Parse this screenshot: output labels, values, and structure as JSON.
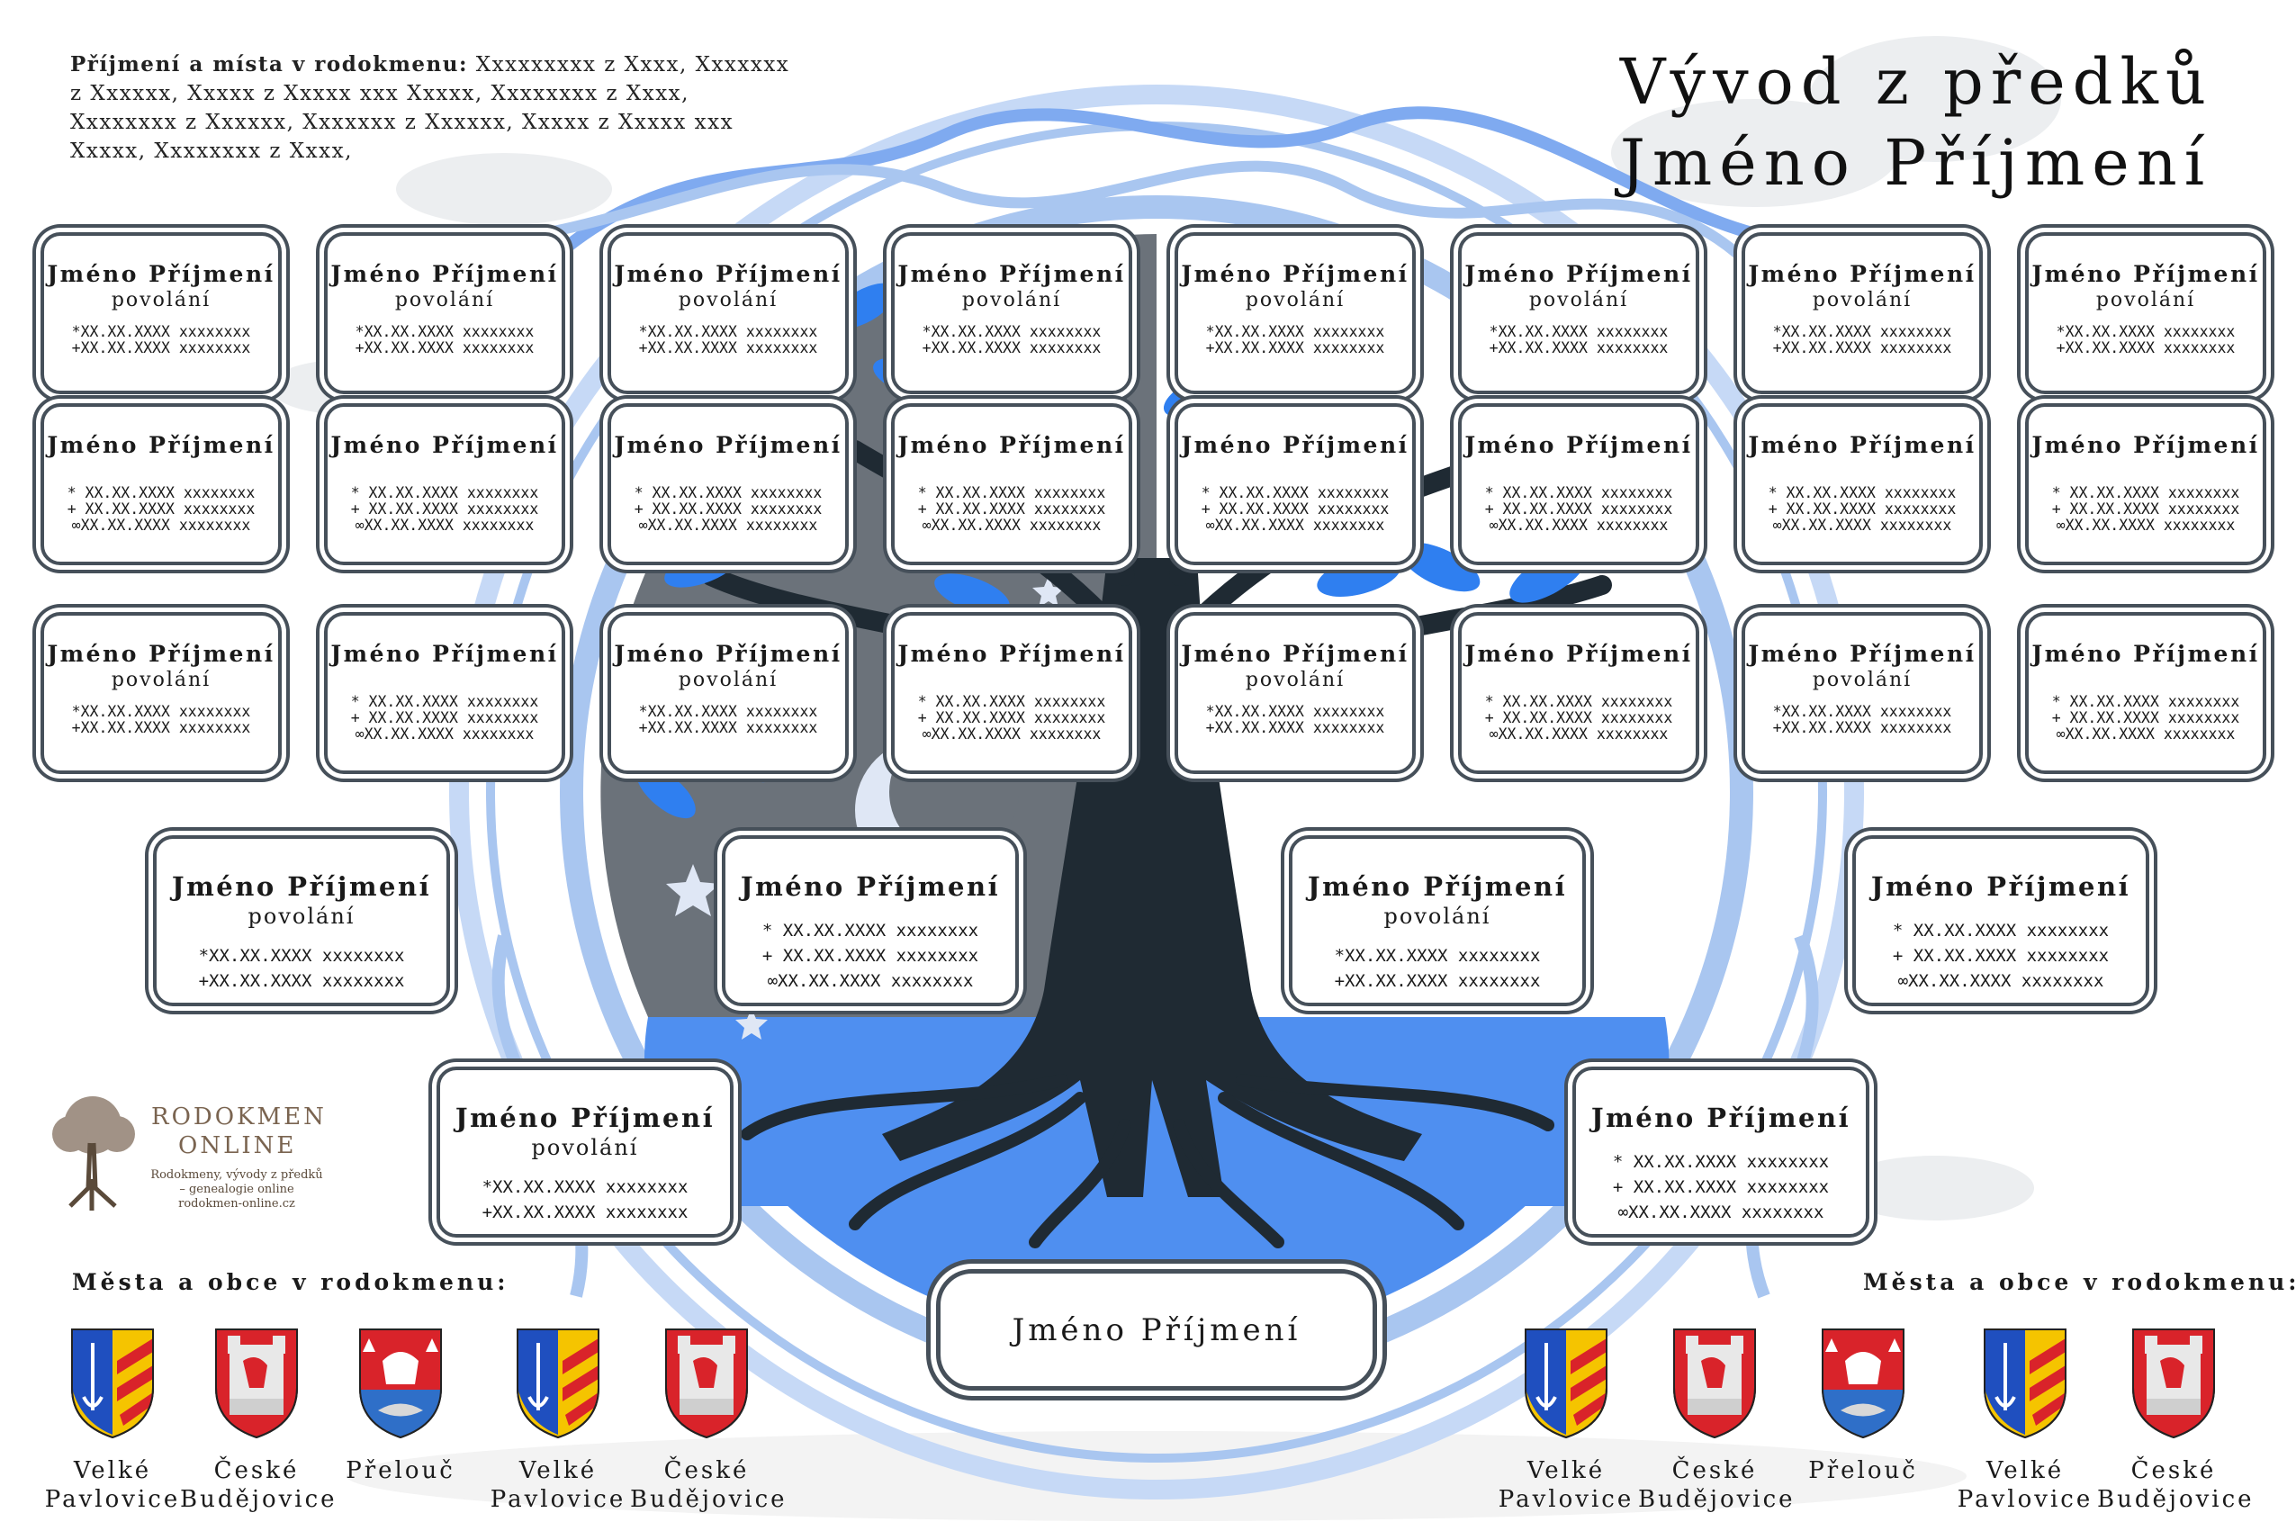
{
  "title": {
    "line1": "Vývod z předků",
    "line2": "Jméno Příjmení"
  },
  "surnames": {
    "label": "Příjmení a místa v rodokmenu:",
    "text": "Xxxxxxxxx z Xxxx, Xxxxxxx z Xxxxxx, Xxxxx z Xxxxx xxx Xxxxx, Xxxxxxxx z Xxxx, Xxxxxxxx z Xxxxxx, Xxxxxxx z Xxxxxx, Xxxxx z Xxxxx xxx Xxxxx, Xxxxxxxx z Xxxx,"
  },
  "row1": [
    {
      "name": "Jméno Příjmení",
      "occupation": "povolání",
      "lines": [
        "*XX.XX.XXXX xxxxxxxx",
        "+XX.XX.XXXX xxxxxxxx"
      ]
    },
    {
      "name": "Jméno Příjmení",
      "occupation": "povolání",
      "lines": [
        "*XX.XX.XXXX xxxxxxxx",
        "+XX.XX.XXXX xxxxxxxx"
      ]
    },
    {
      "name": "Jméno Příjmení",
      "occupation": "povolání",
      "lines": [
        "*XX.XX.XXXX xxxxxxxx",
        "+XX.XX.XXXX xxxxxxxx"
      ]
    },
    {
      "name": "Jméno Příjmení",
      "occupation": "povolání",
      "lines": [
        "*XX.XX.XXXX xxxxxxxx",
        "+XX.XX.XXXX xxxxxxxx"
      ]
    },
    {
      "name": "Jméno Příjmení",
      "occupation": "povolání",
      "lines": [
        "*XX.XX.XXXX xxxxxxxx",
        "+XX.XX.XXXX xxxxxxxx"
      ]
    },
    {
      "name": "Jméno Příjmení",
      "occupation": "povolání",
      "lines": [
        "*XX.XX.XXXX xxxxxxxx",
        "+XX.XX.XXXX xxxxxxxx"
      ]
    },
    {
      "name": "Jméno Příjmení",
      "occupation": "povolání",
      "lines": [
        "*XX.XX.XXXX xxxxxxxx",
        "+XX.XX.XXXX xxxxxxxx"
      ]
    },
    {
      "name": "Jméno Příjmení",
      "occupation": "povolání",
      "lines": [
        "*XX.XX.XXXX xxxxxxxx",
        "+XX.XX.XXXX xxxxxxxx"
      ]
    }
  ],
  "row2": [
    {
      "name": "Jméno Příjmení",
      "lines": [
        "* XX.XX.XXXX xxxxxxxx",
        "+ XX.XX.XXXX xxxxxxxx",
        "∞XX.XX.XXXX xxxxxxxx"
      ]
    },
    {
      "name": "Jméno Příjmení",
      "lines": [
        "* XX.XX.XXXX xxxxxxxx",
        "+ XX.XX.XXXX xxxxxxxx",
        "∞XX.XX.XXXX xxxxxxxx"
      ]
    },
    {
      "name": "Jméno Příjmení",
      "lines": [
        "* XX.XX.XXXX xxxxxxxx",
        "+ XX.XX.XXXX xxxxxxxx",
        "∞XX.XX.XXXX xxxxxxxx"
      ]
    },
    {
      "name": "Jméno Příjmení",
      "lines": [
        "* XX.XX.XXXX xxxxxxxx",
        "+ XX.XX.XXXX xxxxxxxx",
        "∞XX.XX.XXXX xxxxxxxx"
      ]
    },
    {
      "name": "Jméno Příjmení",
      "lines": [
        "* XX.XX.XXXX xxxxxxxx",
        "+ XX.XX.XXXX xxxxxxxx",
        "∞XX.XX.XXXX xxxxxxxx"
      ]
    },
    {
      "name": "Jméno Příjmení",
      "lines": [
        "* XX.XX.XXXX xxxxxxxx",
        "+ XX.XX.XXXX xxxxxxxx",
        "∞XX.XX.XXXX xxxxxxxx"
      ]
    },
    {
      "name": "Jméno Příjmení",
      "lines": [
        "* XX.XX.XXXX xxxxxxxx",
        "+ XX.XX.XXXX xxxxxxxx",
        "∞XX.XX.XXXX xxxxxxxx"
      ]
    },
    {
      "name": "Jméno Příjmení",
      "lines": [
        "* XX.XX.XXXX xxxxxxxx",
        "+ XX.XX.XXXX xxxxxxxx",
        "∞XX.XX.XXXX xxxxxxxx"
      ]
    }
  ],
  "row3": [
    {
      "name": "Jméno Příjmení",
      "occupation": "povolání",
      "lines": [
        "*XX.XX.XXXX xxxxxxxx",
        "+XX.XX.XXXX xxxxxxxx"
      ]
    },
    {
      "name": "Jméno Příjmení",
      "lines": [
        "* XX.XX.XXXX xxxxxxxx",
        "+ XX.XX.XXXX xxxxxxxx",
        "∞XX.XX.XXXX xxxxxxxx"
      ]
    },
    {
      "name": "Jméno Příjmení",
      "occupation": "povolání",
      "lines": [
        "*XX.XX.XXXX xxxxxxxx",
        "+XX.XX.XXXX xxxxxxxx"
      ]
    },
    {
      "name": "Jméno Příjmení",
      "lines": [
        "* XX.XX.XXXX xxxxxxxx",
        "+ XX.XX.XXXX xxxxxxxx",
        "∞XX.XX.XXXX xxxxxxxx"
      ]
    },
    {
      "name": "Jméno Příjmení",
      "occupation": "povolání",
      "lines": [
        "*XX.XX.XXXX xxxxxxxx",
        "+XX.XX.XXXX xxxxxxxx"
      ]
    },
    {
      "name": "Jméno Příjmení",
      "lines": [
        "* XX.XX.XXXX xxxxxxxx",
        "+ XX.XX.XXXX xxxxxxxx",
        "∞XX.XX.XXXX xxxxxxxx"
      ]
    },
    {
      "name": "Jméno Příjmení",
      "occupation": "povolání",
      "lines": [
        "*XX.XX.XXXX xxxxxxxx",
        "+XX.XX.XXXX xxxxxxxx"
      ]
    },
    {
      "name": "Jméno Příjmení",
      "lines": [
        "* XX.XX.XXXX xxxxxxxx",
        "+ XX.XX.XXXX xxxxxxxx",
        "∞XX.XX.XXXX xxxxxxxx"
      ]
    }
  ],
  "row4": [
    {
      "name": "Jméno Příjmení",
      "occupation": "povolání",
      "lines": [
        "*XX.XX.XXXX xxxxxxxx",
        "+XX.XX.XXXX xxxxxxxx"
      ]
    },
    {
      "name": "Jméno Příjmení",
      "lines": [
        "* XX.XX.XXXX xxxxxxxx",
        "+ XX.XX.XXXX xxxxxxxx",
        "∞XX.XX.XXXX xxxxxxxx"
      ]
    },
    {
      "name": "Jméno Příjmení",
      "occupation": "povolání",
      "lines": [
        "*XX.XX.XXXX xxxxxxxx",
        "+XX.XX.XXXX xxxxxxxx"
      ]
    },
    {
      "name": "Jméno Příjmení",
      "lines": [
        "* XX.XX.XXXX xxxxxxxx",
        "+ XX.XX.XXXX xxxxxxxx",
        "∞XX.XX.XXXX xxxxxxxx"
      ]
    }
  ],
  "row5": [
    {
      "name": "Jméno Příjmení",
      "occupation": "povolání",
      "lines": [
        "*XX.XX.XXXX xxxxxxxx",
        "+XX.XX.XXXX xxxxxxxx"
      ]
    },
    {
      "name": "Jméno Příjmení",
      "lines": [
        "* XX.XX.XXXX xxxxxxxx",
        "+ XX.XX.XXXX xxxxxxxx",
        "∞XX.XX.XXXX xxxxxxxx"
      ]
    }
  ],
  "root": {
    "name": "Jméno Příjmení"
  },
  "towns": {
    "title": "Města a obce v rodokmenu:",
    "left": [
      {
        "name1": "Velké",
        "name2": "Pavlovice",
        "arms": "pavlovice"
      },
      {
        "name1": "České",
        "name2": "Budějovice",
        "arms": "budejovice"
      },
      {
        "name1": "Přelouč",
        "name2": "",
        "arms": "prelouc"
      },
      {
        "name1": "Velké",
        "name2": "Pavlovice",
        "arms": "pavlovice"
      },
      {
        "name1": "České",
        "name2": "Budějovice",
        "arms": "budejovice"
      }
    ],
    "right": [
      {
        "name1": "Velké",
        "name2": "Pavlovice",
        "arms": "pavlovice"
      },
      {
        "name1": "České",
        "name2": "Budějovice",
        "arms": "budejovice"
      },
      {
        "name1": "Přelouč",
        "name2": "",
        "arms": "prelouc"
      },
      {
        "name1": "Velké",
        "name2": "Pavlovice",
        "arms": "pavlovice"
      },
      {
        "name1": "České",
        "name2": "Budějovice",
        "arms": "budejovice"
      }
    ]
  },
  "logo": {
    "line1": "RODOKMEN",
    "line2": "ONLINE",
    "line3": "Rodokmeny, vývody z předků",
    "line4": "– genealogie online",
    "line5": "rodokmen-online.cz"
  },
  "colors": {
    "ring": "#a9c6f0",
    "ring_dark": "#6f9fe6",
    "tree_bg": "#6b727a",
    "root_blue": "#4f8ff0",
    "trunk": "#1f2a33",
    "leaf": "#2f7ff0",
    "card_border": "#46505a"
  }
}
